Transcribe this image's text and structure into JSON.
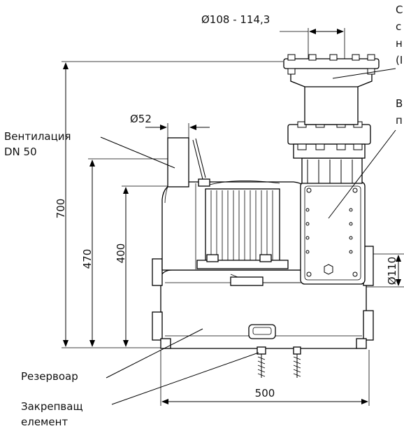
{
  "labels": {
    "flange_dim": "Ø108 - 114,3",
    "flange_note_line1": "С",
    "flange_note_line2": "с",
    "flange_note_line3": "н",
    "flange_note_line4": "(I",
    "inlet_note_line1": "В",
    "inlet_note_line2": "п",
    "vent_dim": "Ø52",
    "vent_label_line1": "Вентилация",
    "vent_label_line2": "DN 50",
    "height_total": "700",
    "height_470": "470",
    "height_400": "400",
    "side_inlet_dim": "Ø110",
    "tank_label": "Резервоар",
    "fixing_label_line1": "Закрепващ",
    "fixing_label_line2": "елемент",
    "width_dim": "500"
  }
}
